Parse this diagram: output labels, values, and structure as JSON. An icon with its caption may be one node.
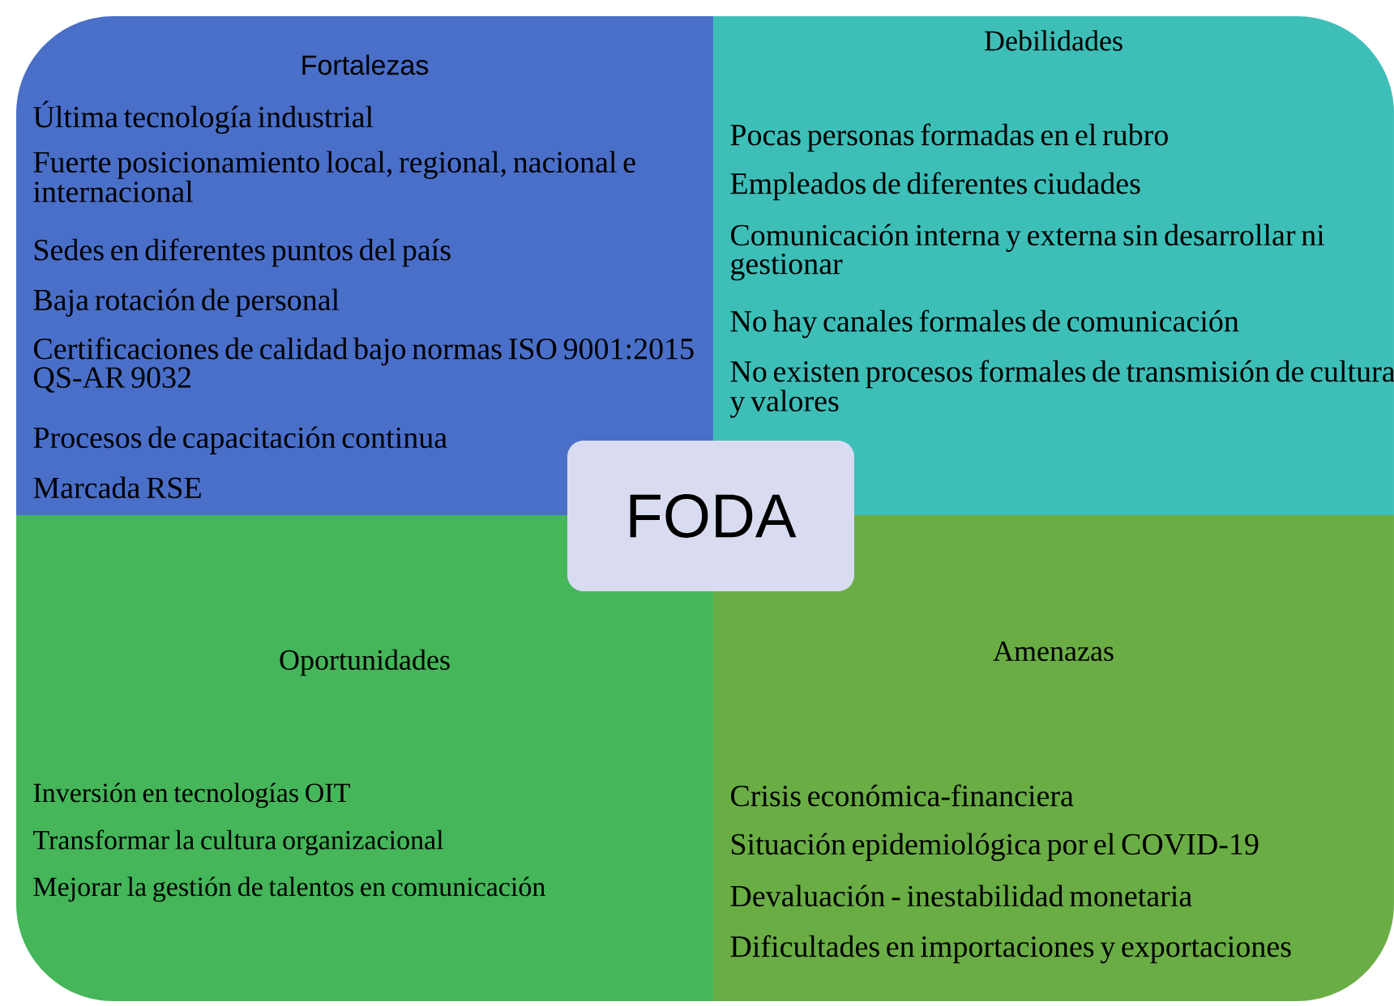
{
  "diagram": {
    "nodes": [
      {
        "text": [
          "Fortalezas",
          "Última tecnología industrial",
          "Fuerte posicionamiento local, regional, nacional e internacional",
          "Sedes en diferentes puntos del país",
          "Baja rotación de personal",
          "Certificaciones de calidad bajo normas ISO 9001:2015 QS-AR 9032",
          "Procesos de capacitación continua",
          "Marcada RSE"
        ]
      },
      {
        "text": [
          "Debilidades",
          "Pocas personas formadas en el rubro",
          "Empleados de diferentes ciudades",
          "Comunicación interna y externa sin desarrollar ni gestionar",
          "No hay canales formales de comunicación",
          "No existen procesos formales de transmisión de cultura y valores"
        ]
      },
      {
        "text": [
          "FODA"
        ]
      },
      {
        "text": [
          "Oportunidades",
          "Inversión en tecnologías OIT",
          "Transformar la cultura organizacional",
          "Mejorar la gestión de talentos en comunicación"
        ]
      },
      {
        "text": [
          "Amenazas",
          "Crisis económica-financiera",
          "Situación epidemiológica por el COVID-19",
          "Devaluación - inestabilidad monetaria",
          "Dificultades en importaciones y exportaciones"
        ]
      }
    ]
  }
}
